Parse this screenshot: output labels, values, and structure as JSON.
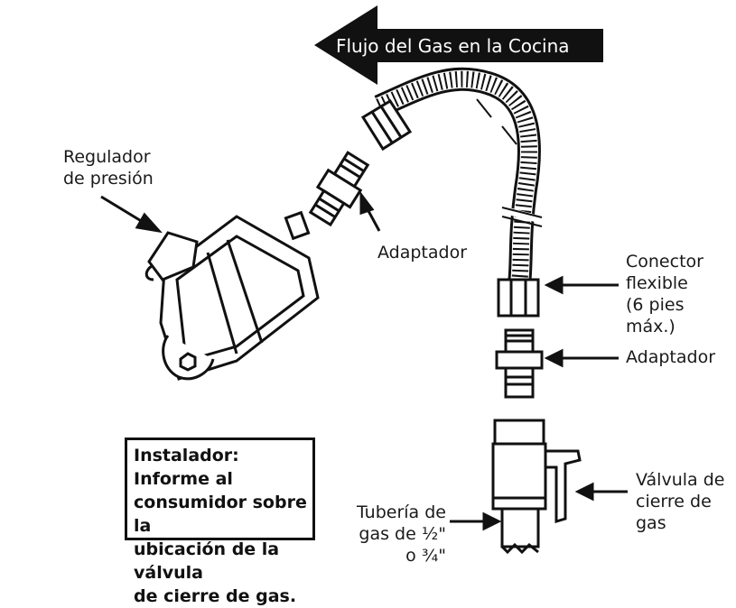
{
  "flow_arrow": {
    "text": "Flujo del Gas en la Cocina"
  },
  "labels": {
    "regulator": "Regulador\nde presión",
    "adapter_top": "Adaptador",
    "connector": "Conector\nflexible\n(6 pies máx.)",
    "adapter_bottom": "Adaptador",
    "valve": "Válvula de\ncierre de\ngas",
    "pipe": "Tubería de\ngas de ½\"\no ¾\""
  },
  "note": {
    "text": "Instalador: Informe al\nconsumidor sobre la\nubicación de la válvula\nde cierre de gas."
  }
}
